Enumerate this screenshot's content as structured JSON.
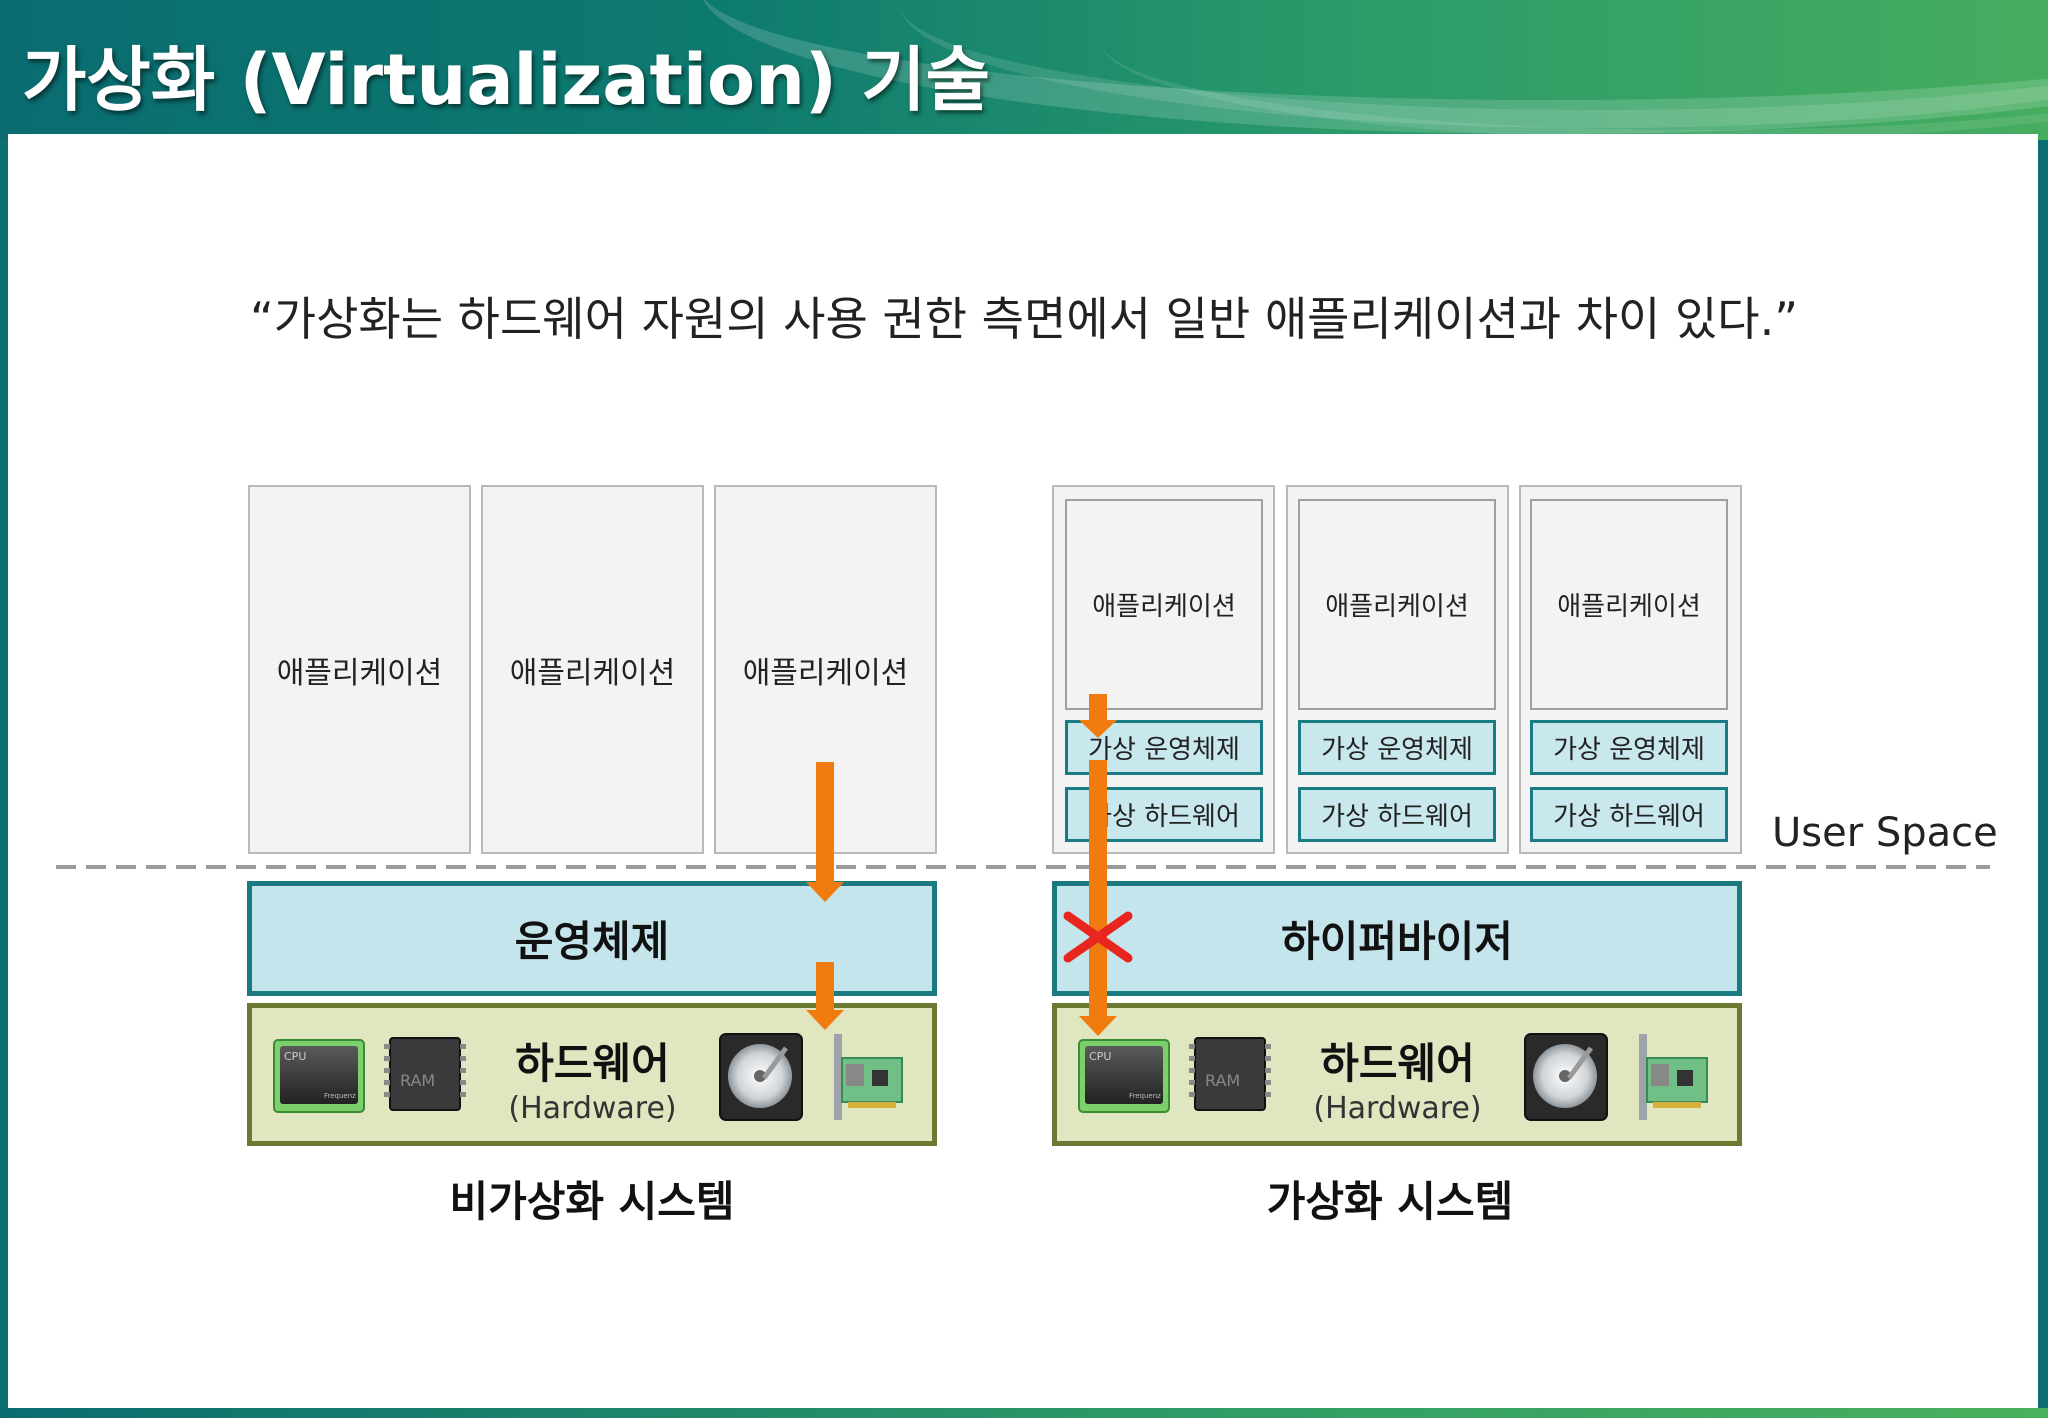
{
  "header": {
    "title": "가상화 (Virtualization) 기술"
  },
  "quote": "“가상화는 하드웨어 자원의 사용 권한 측면에서 일반 애플리케이션과 차이 있다.”",
  "user_space_label": "User Space",
  "left_system": {
    "apps": [
      "애플리케이션",
      "애플리케이션",
      "애플리케이션"
    ],
    "os_label": "운영체제",
    "hardware": {
      "title": "하드웨어",
      "subtitle": "(Hardware)"
    },
    "caption": "비가상화 시스템"
  },
  "right_system": {
    "vms": [
      {
        "app": "애플리케이션",
        "os": "가상 운영체제",
        "hw": "가상 하드웨어"
      },
      {
        "app": "애플리케이션",
        "os": "가상 운영체제",
        "hw": "가상 하드웨어"
      },
      {
        "app": "애플리케이션",
        "os": "가상 운영체제",
        "hw": "가상 하드웨어"
      }
    ],
    "hypervisor_label": "하이퍼바이저",
    "hardware": {
      "title": "하드웨어",
      "subtitle": "(Hardware)"
    },
    "caption": "가상화 시스템"
  },
  "hardware_icons": [
    "cpu-chip-icon",
    "ram-module-icon",
    "hard-disk-icon",
    "network-card-icon"
  ],
  "chip_text": {
    "cpu": "CPU",
    "cpu_sub": "Frequenz",
    "ram": "RAM"
  },
  "colors": {
    "arrow": "#f07c10",
    "blocked_marker": "#e8251f",
    "os_fill": "#c5e5ec",
    "os_border": "#1b7a80",
    "hw_fill": "#dfe6c0",
    "hw_border": "#6b7a33"
  }
}
